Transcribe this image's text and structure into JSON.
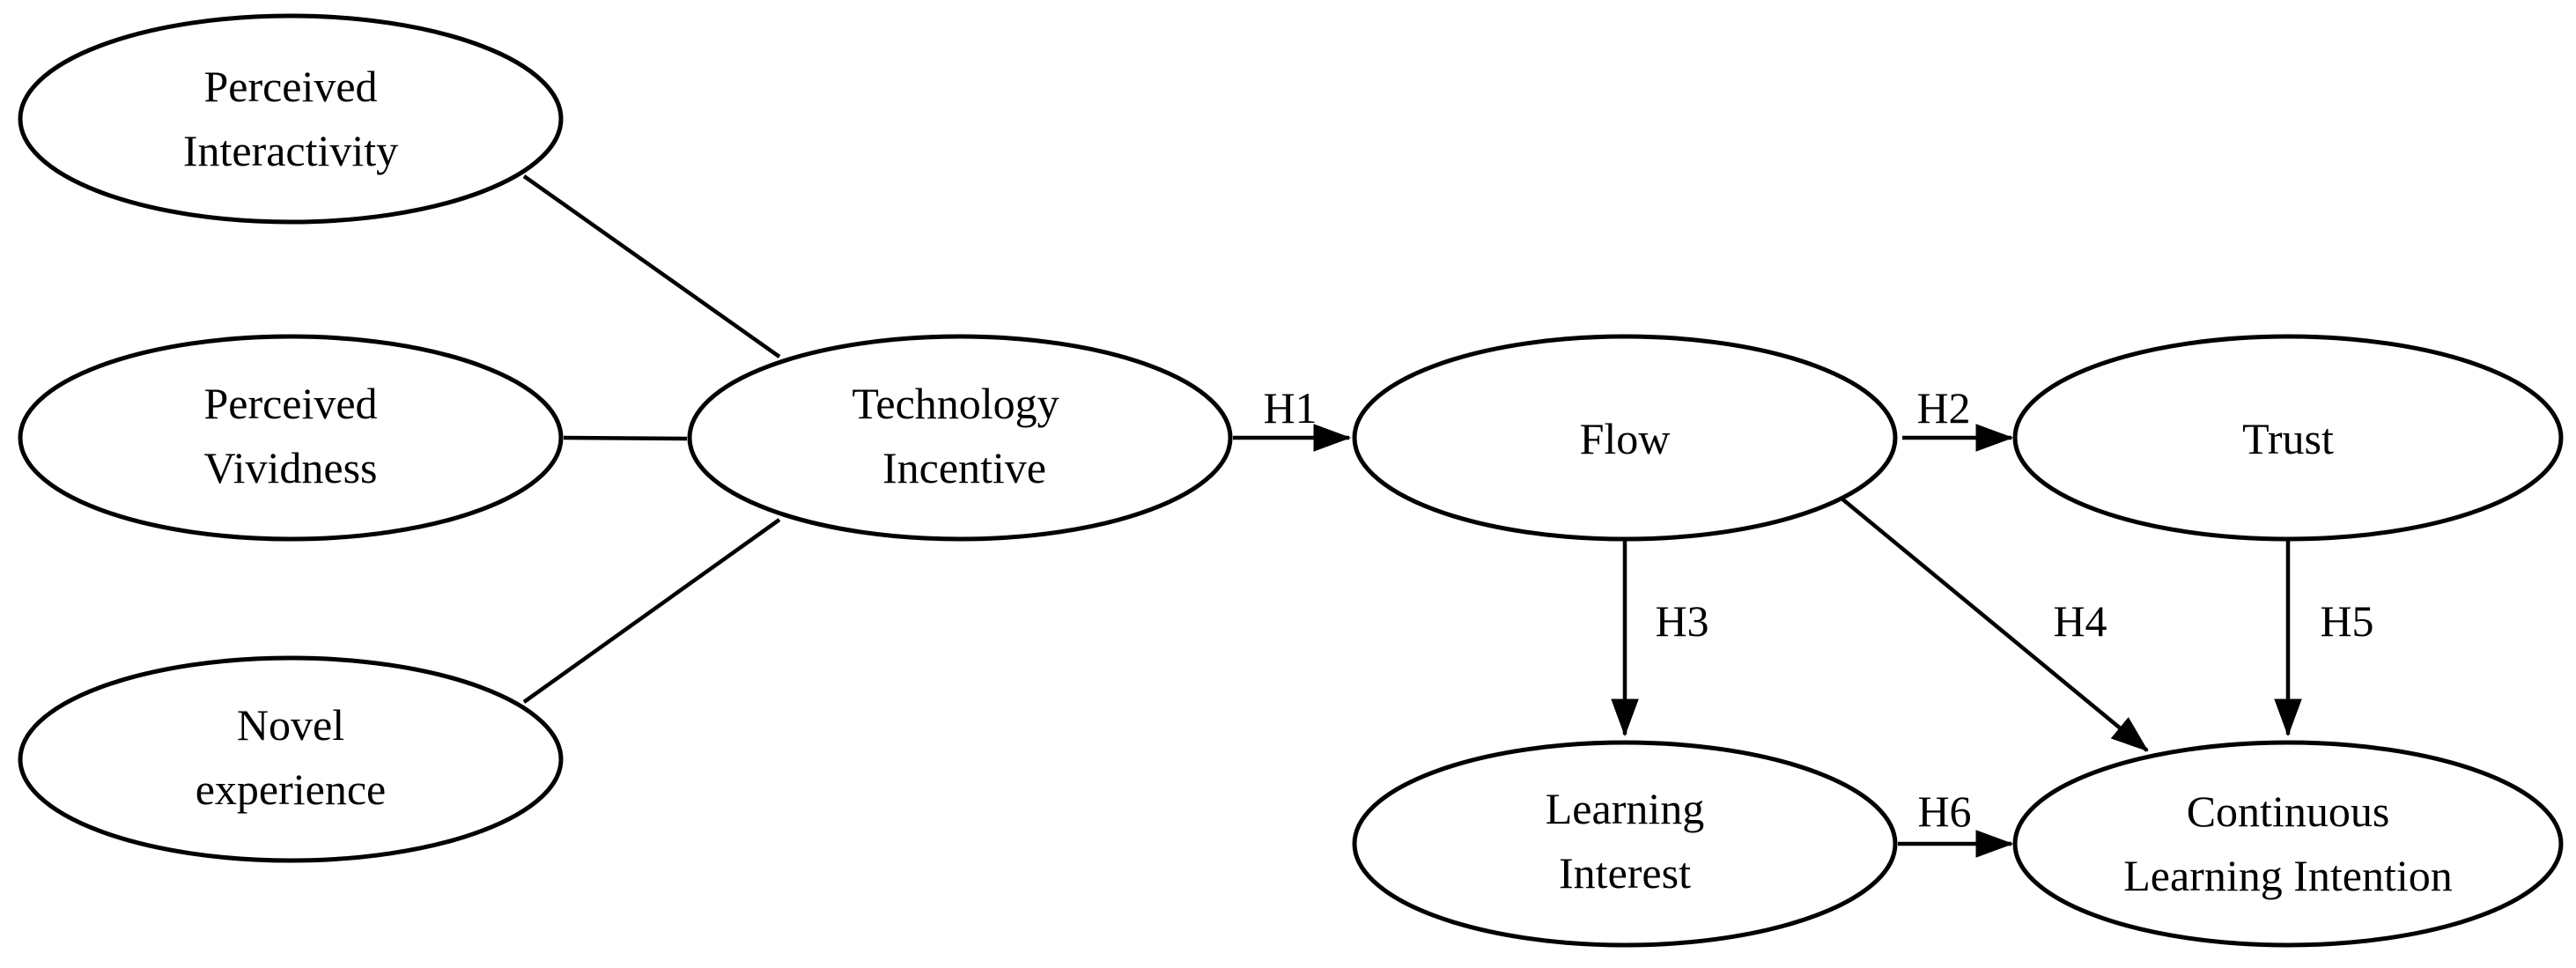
{
  "nodes": {
    "perceived_interactivity": {
      "line1": "Perceived",
      "line2": "Interactivity"
    },
    "perceived_vividness": {
      "line1": "Perceived",
      "line2": "Vividness"
    },
    "novel_experience": {
      "line1": "Novel",
      "line2": "experience"
    },
    "technology_incentive": {
      "line1": "Technology",
      "line2": "Incentive"
    },
    "flow": {
      "label": "Flow"
    },
    "trust": {
      "label": "Trust"
    },
    "learning_interest": {
      "line1": "Learning",
      "line2": "Interest"
    },
    "continuous_learning_intention": {
      "line1": "Continuous",
      "line2": "Learning Intention"
    }
  },
  "hypotheses": {
    "h1": "H1",
    "h2": "H2",
    "h3": "H3",
    "h4": "H4",
    "h5": "H5",
    "h6": "H6"
  }
}
